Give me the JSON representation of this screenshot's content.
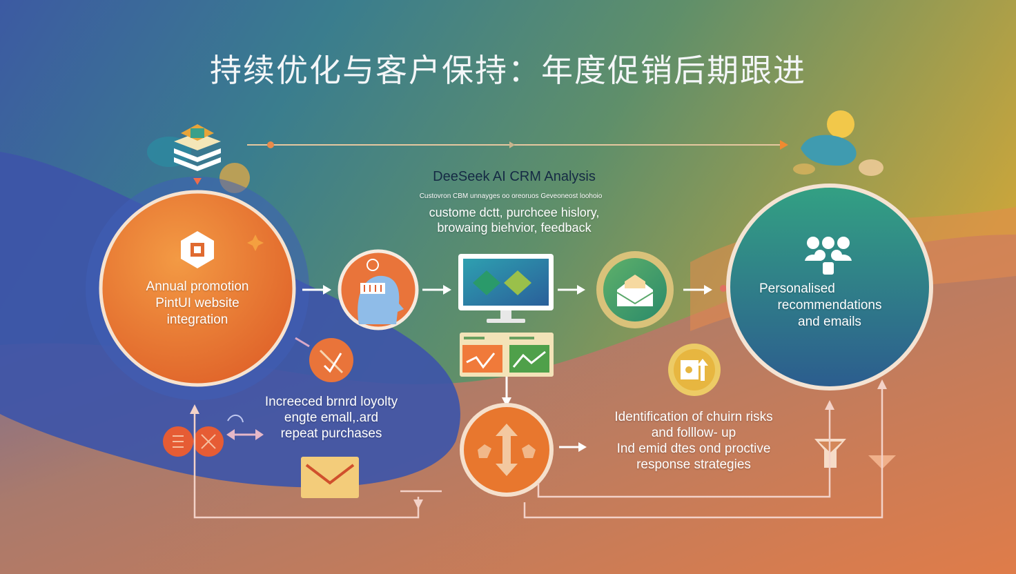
{
  "title": "持续优化与客户保持：年度促销后期跟进",
  "colors": {
    "orange": "#e8772e",
    "teal": "#2f8a8a",
    "blue": "#3d5aa8",
    "gold": "#d4a63a"
  },
  "nodes": {
    "start": {
      "line1": "Annual promotion",
      "line2": "PintUI website",
      "line3": "integration",
      "icon": "hexagon-logo-icon"
    },
    "analysis": {
      "title": "DeeSeek AI CRM Analysis",
      "sub": "Custovron CBM unnayges oo oreoruos Geveoneost loohoio",
      "line1": "custome dctt, purchcee hislory,",
      "line2": "browaing biehvior, feedback"
    },
    "result": {
      "line1": "Personalised",
      "line2": "recommendations",
      "line3": "and emails",
      "icon": "people-group-icon"
    },
    "loyalty": {
      "line1": "Increeced brnrd loyolty",
      "line2": "engte emall,.ard",
      "line3": "repeat purchases"
    },
    "churn": {
      "line1": "Identification of chuirn risks",
      "line2": "and folllow- up",
      "line3": "Ind emid dtes ond proctive",
      "line4": "response strategies"
    }
  }
}
